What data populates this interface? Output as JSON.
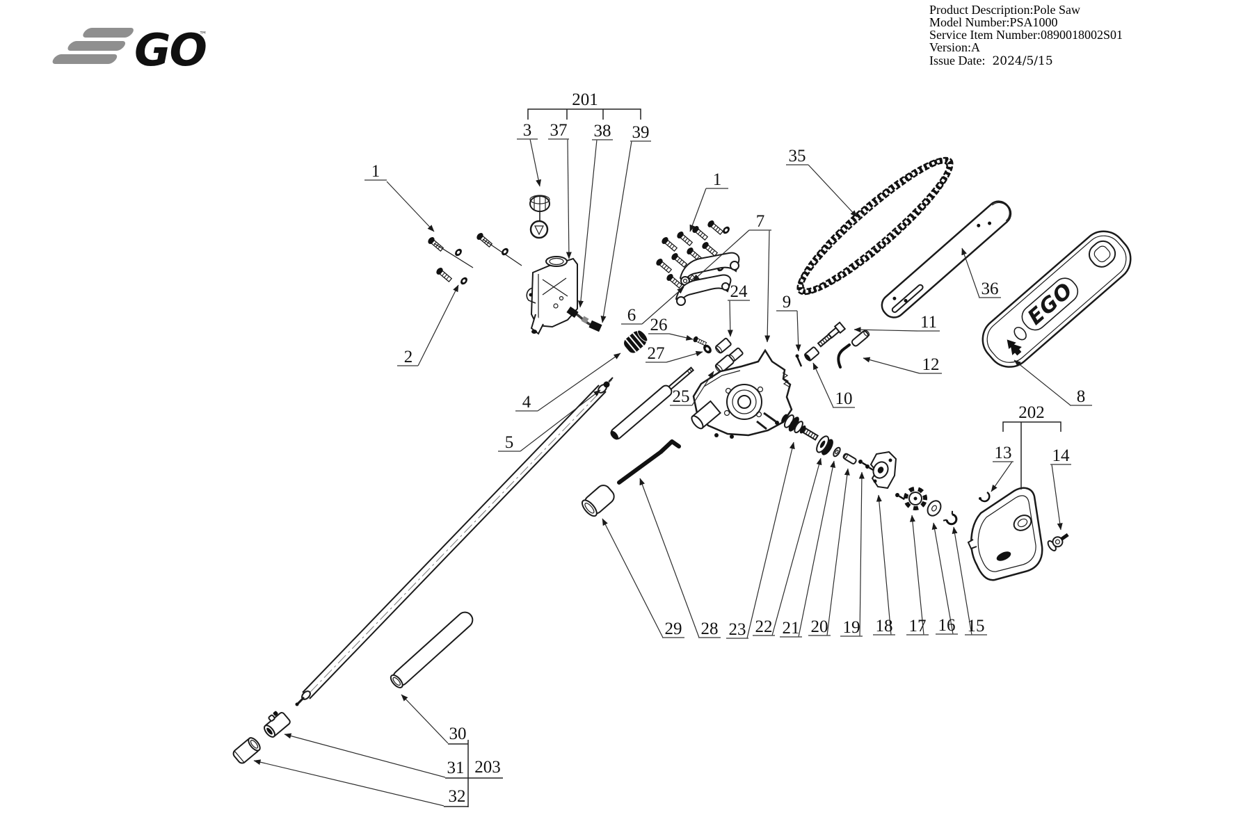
{
  "brand": {
    "go": "GO",
    "tm": "™",
    "cover_logo": "EGO"
  },
  "product_info": {
    "lines": [
      {
        "label": "Product Description:",
        "value": "Pole Saw"
      },
      {
        "label": "Model Number:",
        "value": "PSA1000"
      },
      {
        "label": "Service Item Number:",
        "value": "0890018002S01"
      },
      {
        "label": "Version:",
        "value": "A"
      },
      {
        "label": "Issue Date:",
        "value": "2024/5/15"
      }
    ]
  },
  "callouts": {
    "c1": "1",
    "c2": "2",
    "c3": "3",
    "c4": "4",
    "c5": "5",
    "c6": "6",
    "c7": "7",
    "c8": "8",
    "c9": "9",
    "c10": "10",
    "c11": "11",
    "c12": "12",
    "c13": "13",
    "c14": "14",
    "c15": "15",
    "c16": "16",
    "c17": "17",
    "c18": "18",
    "c19": "19",
    "c20": "20",
    "c21": "21",
    "c22": "22",
    "c23": "23",
    "c24": "24",
    "c25": "25",
    "c26": "26",
    "c27": "27",
    "c28": "28",
    "c29": "29",
    "c30": "30",
    "c31": "31",
    "c32": "32",
    "c35": "35",
    "c36": "36",
    "c37": "37",
    "c38": "38",
    "c39": "39",
    "c201": "201",
    "c202": "202",
    "c203": "203"
  }
}
